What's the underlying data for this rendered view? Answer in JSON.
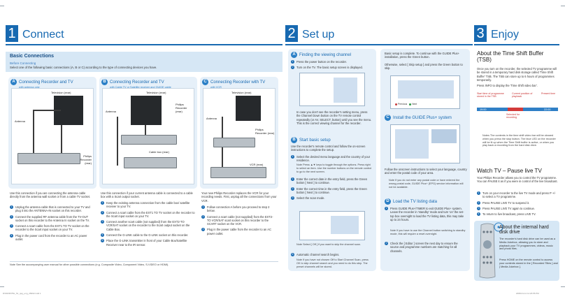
{
  "connect": {
    "number": "1",
    "title": "Connect",
    "basic": {
      "title": "Basic Connections",
      "before_title": "Before Connecting",
      "before_text": "Select one of the following basic connections (A, B or C) according to the type of connecting devices you have."
    },
    "cols": [
      {
        "letter": "A",
        "title": "Connecting Recorder and TV",
        "sub": "with antenna only",
        "tv_label": "Television (rear)",
        "labels": [
          "Antenna",
          "Philips Recorder (rear)"
        ],
        "intro": "Use this connection if you are connecting the antenna cable directly from the antenna wall socket or from a cable TV socket.",
        "steps": [
          "Unplug the antenna cable that is connected to your TV and plug it into the ANTENNA-IN socket on this recorder.",
          "Connect the supplied RF antenna cable from the TV-OUT socket on this recorder to the Antenna In socket on the TV.",
          "Connect a scart cable from the EXT1 TO TV socket on the recorder to the Scart input socket on your TV.",
          "Plug in the power cord from the recorder to an AC power outlet."
        ]
      },
      {
        "letter": "B",
        "title": "Connecting Recorder and TV",
        "sub": "with Cable TV or Satellite receiver and GUIDE cable",
        "tv_label": "Television (rear)",
        "labels": [
          "Antenna",
          "Philips Recorder (rear)",
          "Cable box (rear)"
        ],
        "intro": "Use this connection if your current antenna cable is connected to a cable box with a Scart output socket.",
        "steps": [
          "Keep the existing antenna connection from the cable box/ satellite receiver to your TV.",
          "Connect a scart cable from the EXT1 TO TV socket on the recorder to the Scart input socket on your TV.",
          "Connect another scart cable (not supplied) from the EXT2-TO VCR/SAT socket on the recorder to the Scart output socket on the Cable Box.",
          "Connect the G-LINK cable to the G-LINK socket on this recorder.",
          "Place the G-LINK transmitter in front of your Cable Box/Satellite Receiver near to the IR sensor."
        ]
      },
      {
        "letter": "C",
        "title": "Connecting Recorder with TV",
        "sub": "with VCR",
        "tv_label": "Television (rear)",
        "labels": [
          "Antenna",
          "Philips Recorder (rear)",
          "VCR (rear)"
        ],
        "intro": "Your new Philips Recorder replaces the VCR for your recording needs. First, unplug all the connections from your VCR.",
        "steps": [
          "Follow connection A before you proceed to step 2 below.",
          "Connect a scart cable (not supplied) from the EXT2-TO VCR/SAT scart socket on this recorder to the SCART socket on the VCR.",
          "Plug in the power cable from the recorder to an AC power outlet."
        ]
      }
    ],
    "note": "Note   See the accompanying user manual for other possible connections (e.g. Composite Video, Component Video, S-VIDEO or HDMI)."
  },
  "setup": {
    "number": "2",
    "title": "Set up",
    "sections": [
      {
        "letter": "A",
        "title": "Finding the viewing channel",
        "steps": [
          "Press the power button on the recorder.",
          "Turn on the TV. The basic setup screen is displayed."
        ],
        "tail": "In case you don't see the recorder's setting menu, press the Channel Down button on the TV remote control repeatedly (or AV, SELECT, button) until you see the menu. This is the correct viewing channel for the recorder."
      },
      {
        "letter": "B",
        "title": "Start basic setup",
        "intro": "Use the recorder's remote control and follow the on-screen instructions to complete the setup.",
        "steps": [
          "Select the desired menu language and the country of your residence.",
          "Enter the correct date in the entry field, press the Green button [ Next ] to continue.",
          "Enter the correct time in the entry field, press the Green button [ Next ] to continue.",
          "Select the scan mode."
        ],
        "step1_note": "Note Press ▲▼ keys to toggle through the options. Press right to select an item. Use the number buttons on the remote control to go to the next screen.",
        "scan_note": "Note Select [ Off ] if you want to skip the channel scan.",
        "auto_step": "Automatic channel search begins.",
        "auto_note": "Note If you have not chosen Off to Start Channel Scan, press OK to skip channel search and you need to do this step. The preset channels will be stored."
      }
    ],
    "guide": {
      "top_step": "Basic setup is complete. To continue with the GUIDE Plus+ installation, press the Green button.",
      "top_bullet": "Otherwise, select [ Skip setup ] and press the Green button to skip.",
      "letter": "C",
      "title": "Install the GUIDE Plus+ system",
      "bullets": [
        "Follow the onscreen instructions to select your language, country and enter the postal code of your area."
      ],
      "note": "Note If you do not enter any postal code or have entered the wrong postal code, GUIDE Plus+ (EPG) service information will not be available."
    },
    "listing": {
      "letter": "D",
      "title": "Load the TV listing data",
      "steps": [
        "Press GUIDE Plus+/TIMER to exit GUIDE Plus+ system. Leave the recorder in 'standby' mode and turn 'on' the set-top box overnight to load the TV listing data, this may take up to 24 hours.",
        "Check the [ Editor ] screen the next day to ensure the source and programme numbers are matching for all channels."
      ],
      "note": "Note If you have to use the Channel button switching to standby mode, this will require a reset overnight."
    },
    "buttons": [
      "Previous",
      "Next",
      "",
      ""
    ]
  },
  "enjoy": {
    "number": "3",
    "title": "Enjoy",
    "tsb_title": "About the Time Shift Buffer (TSB)",
    "tsb_text": "Once you turn on the recorder, the selected TV programme will be stored in a temporary hard disk storage called 'Time Shift Buffer' TSB. The TSB can store up to 6 hours of programmes temporarily.",
    "tsb_info": "Press INFO to display the 'Time Shift video bar'.",
    "tsb_labels": {
      "start": "Start time of programme stored in the TSB",
      "current": "Current position of playback",
      "present": "Present time",
      "selected": "Selected for recording",
      "t1": "19:00",
      "t2": "22:00"
    },
    "tsb_notes": "Notes The contents in the time shift video bar will be cleared when you press the stop button. The blue LED on the recorder will be lit up when the Time Shift buffer is active, or when you play back a recording from the hard disk drive.",
    "watch_title": "Watch TV – Pause live TV",
    "watch_text": "Your Philips Recorder allows you to control the TV programme. You can PAUSE it as if you were in control of the live broadcast.",
    "watch_steps": [
      "Turn on your recorder to the live TV mode and press P +/- to select a TV programme.",
      "Press PAUSE LIVE TV to suspend it.",
      "Press PAUSE LIVE TV again to continue.",
      "To return to live broadcast, press LIVE TV."
    ],
    "hdd_title": "About the internal hard disk drive",
    "hdd_text": "The recorder's hard disk drive can be used as a Media Jukebox, allowing you to store and playback your TV programmes, videos, music and photo files.",
    "hdd_tail": "Press HOME on the remote control to access your contents stored in the [ Recorded Titles ] and [ Media Jukebox ]."
  },
  "footer": {
    "left": "DVDR3575H_51_qsg_eng_26962.indd 1",
    "right": "2008-01-11 11:26:55 PM"
  },
  "colors": {
    "accent": "#1769b1",
    "band": "#d6e7f5",
    "card": "#e6f0f9"
  }
}
